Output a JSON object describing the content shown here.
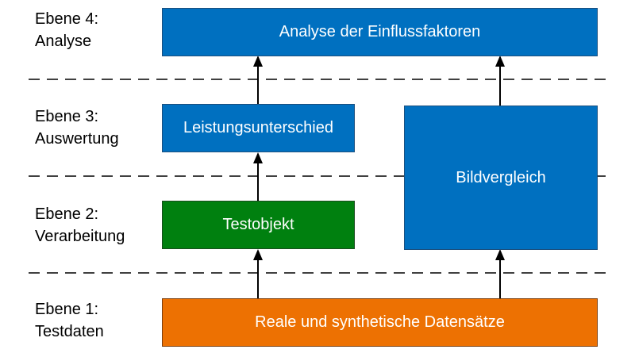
{
  "levels": [
    {
      "line1": "Ebene 4:",
      "line2": "Analyse"
    },
    {
      "line1": "Ebene 3:",
      "line2": "Auswertung"
    },
    {
      "line1": "Ebene 2:",
      "line2": "Verarbeitung"
    },
    {
      "line1": "Ebene 1:",
      "line2": "Testdaten"
    }
  ],
  "boxes": {
    "analyse": "Analyse der Einflussfaktoren",
    "leistung": "Leistungsunterschied",
    "bildvergleich": "Bildvergleich",
    "testobjekt": "Testobjekt",
    "datensaetze": "Reale und synthetische Datensätze"
  },
  "colors": {
    "blue": "#0070c0",
    "green": "#00800f",
    "orange": "#ed7102",
    "separator": "#404040",
    "arrow": "#000000"
  }
}
